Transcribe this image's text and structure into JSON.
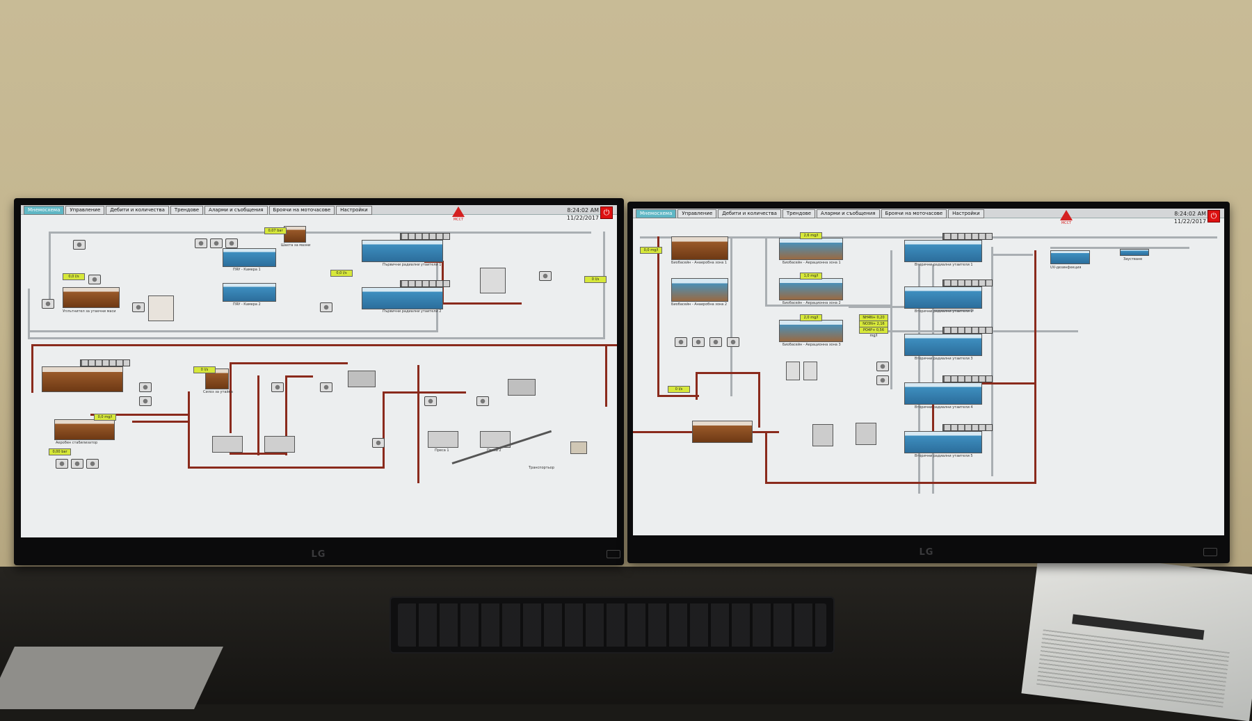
{
  "left_screen": {
    "nav_tabs": [
      "Мнемосхема",
      "Управление",
      "Дебити и количества",
      "Трендове",
      "Аларми и съобщения",
      "Броячи на моточасове",
      "Настройки"
    ],
    "active_tab": "Мнемосхема",
    "time": "8:24:02 AM",
    "date": "11/22/2017",
    "alarm_label": "МССТ",
    "labels": {
      "primary_settler_1": "Първични радиални утаители 1",
      "primary_settler_2": "Първични радиални утаители 2",
      "grit_1": "ПЯУ - Камера 1",
      "grit_2": "ПЯУ - Камера 2",
      "sludge_thickener": "Уплътнител за утаечни маси",
      "fat": "Шахта за мазни",
      "silo": "Силоз за утайка",
      "aerobic_stab": "Аеробен стабилизатор",
      "press_1": "Преса 1",
      "press_2": "Преса 2",
      "conveyor": "Транспортьор"
    },
    "values": [
      "0,0 l/s",
      "0,0 l/s",
      "0 l/s",
      "0,07 bar",
      "0 l/s",
      "0,00 bar",
      "0,0 mg/l"
    ]
  },
  "right_screen": {
    "nav_tabs": [
      "Мнемосхема",
      "Управление",
      "Дебити и количества",
      "Трендове",
      "Аларми и съобщения",
      "Броячи на моточасове",
      "Настройки"
    ],
    "active_tab": "Мнемосхема",
    "time": "8:24:02 AM",
    "date": "11/22/2017",
    "alarm_label": "МССТ",
    "labels": {
      "anaerobic_1": "Биобасейн - Анаеробна зона 1",
      "anaerobic_2": "Биобасейн - Анаеробна зона 2",
      "aeration_1": "Биобасейн - Аерационна зона 1",
      "aeration_2": "Биобасейн - Аерационна зона 2",
      "aeration_3": "Биобасейн - Аерационна зона 3",
      "secondary_1": "Вторични радиални утаители 1",
      "secondary_2": "Вторични радиални утаители 2",
      "secondary_3": "Вторични радиални утаители 3",
      "secondary_4": "Вторични радиални утаители 4",
      "secondary_5": "Вторични радиални утаители 5",
      "uv": "UV-дезинфекция",
      "outlet": "Заустване"
    },
    "values": [
      "0,0 mg/l",
      "2,6 mg/l",
      "1,0 mg/l",
      "2,0 mg/l",
      "0 l/s",
      "NH4N+ 0,20 mg/l",
      "NO3N+ 2,16 mg/l",
      "PO4P+ 0,56 mg/l"
    ]
  },
  "monitor_brand": "LG",
  "colors": {
    "screen_bg": "#eceeef",
    "water": "#3e8fc0",
    "sludge": "#9a5a2a",
    "sludge_pipe": "#8a2a1c",
    "air_pipe": "#a9aeb2",
    "active_tab": "#5fb7c5",
    "alarm": "#d42020"
  }
}
